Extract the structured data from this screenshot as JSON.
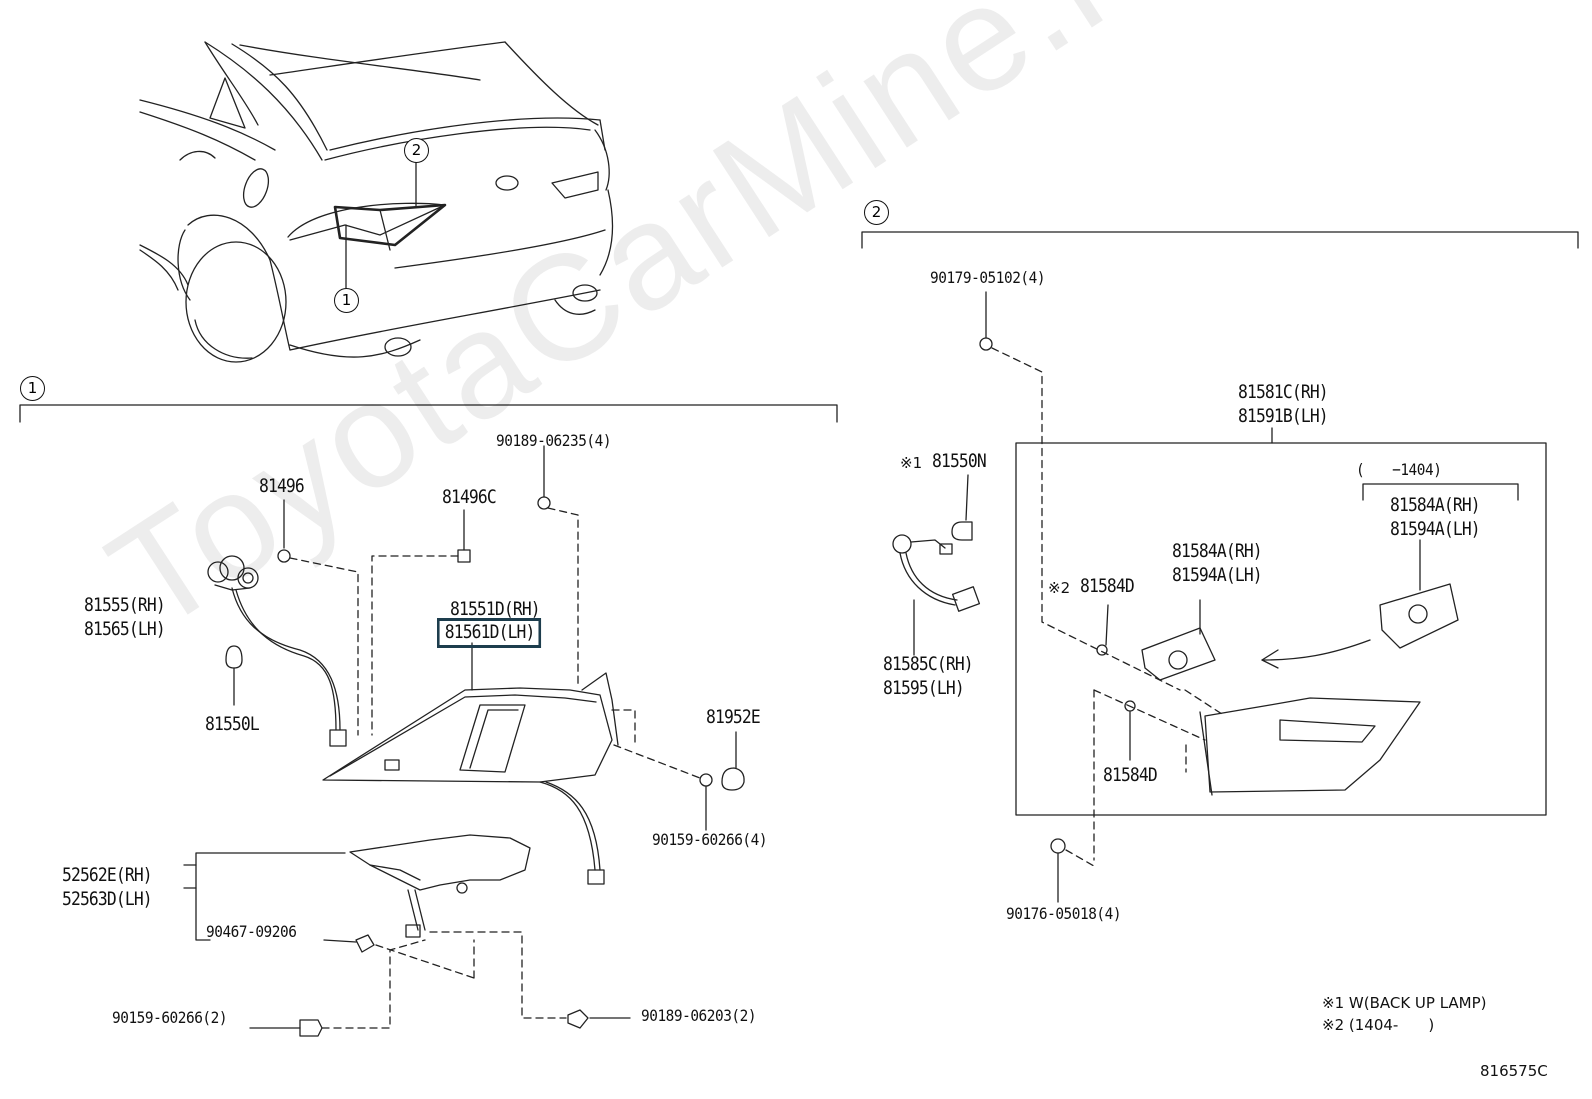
{
  "watermark": "ToyotaCarMine.ru",
  "callouts": {
    "one": "1",
    "two": "2"
  },
  "section1": {
    "marker": "1",
    "parts": {
      "p90189_06235": "90189-06235(4)",
      "p81496": "81496",
      "p81496c": "81496C",
      "p81555": "81555(RH)",
      "p81565": "81565(LH)",
      "p81551d": "81551D(RH)",
      "p81561d": "81561D(LH)",
      "p81550l": "81550L",
      "p81952e": "81952E",
      "p90159_60266_4": "90159-60266(4)",
      "p52562e": "52562E(RH)",
      "p52563d": "52563D(LH)",
      "p90467_09206": "90467-09206",
      "p90159_60266_2": "90159-60266(2)",
      "p90189_06203": "90189-06203(2)"
    }
  },
  "section2": {
    "marker": "2",
    "parts": {
      "p90179_05102": "90179-05102(4)",
      "p81550n_mark": "※1",
      "p81550n": "81550N",
      "p81585c": "81585C(RH)",
      "p81595": "81595(LH)",
      "p81581c": "81581C(RH)",
      "p81591b": "81591B(LH)",
      "range": "(　　−1404)",
      "p81584a_rh_1": "81584A(RH)",
      "p81594a_lh_1": "81594A(LH)",
      "p81584a_rh_2": "81584A(RH)",
      "p81594a_lh_2": "81594A(LH)",
      "p81584d_mark": "※2",
      "p81584d_1": "81584D",
      "p81584d_2": "81584D",
      "p90176_05018": "90176-05018(4)"
    }
  },
  "notes": {
    "n1": "※1 W(BACK UP LAMP)",
    "n2": "※2 (1404-　　)"
  },
  "diagram_id": "816575C"
}
